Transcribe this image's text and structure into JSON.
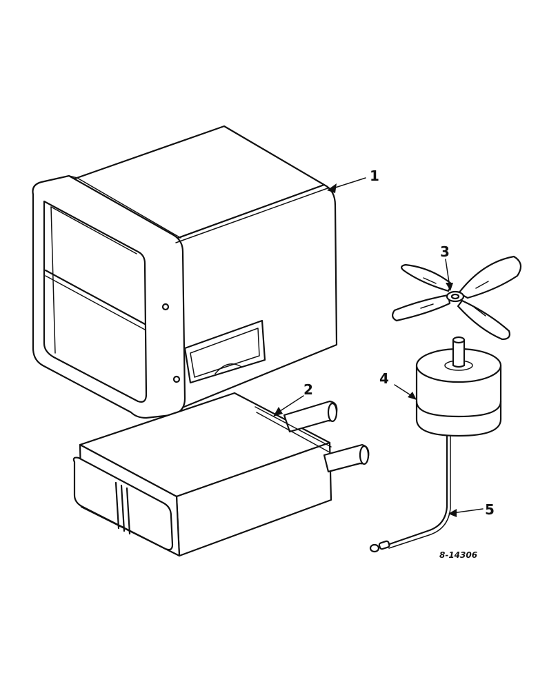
{
  "callouts": [
    {
      "id": "1",
      "label": "1",
      "part": "heater-housing"
    },
    {
      "id": "2",
      "label": "2",
      "part": "heater-core"
    },
    {
      "id": "3",
      "label": "3",
      "part": "fan-blade"
    },
    {
      "id": "4",
      "label": "4",
      "part": "blower-motor"
    },
    {
      "id": "5",
      "label": "5",
      "part": "motor-lead-wire"
    }
  ],
  "drawing_number": "8-14306"
}
